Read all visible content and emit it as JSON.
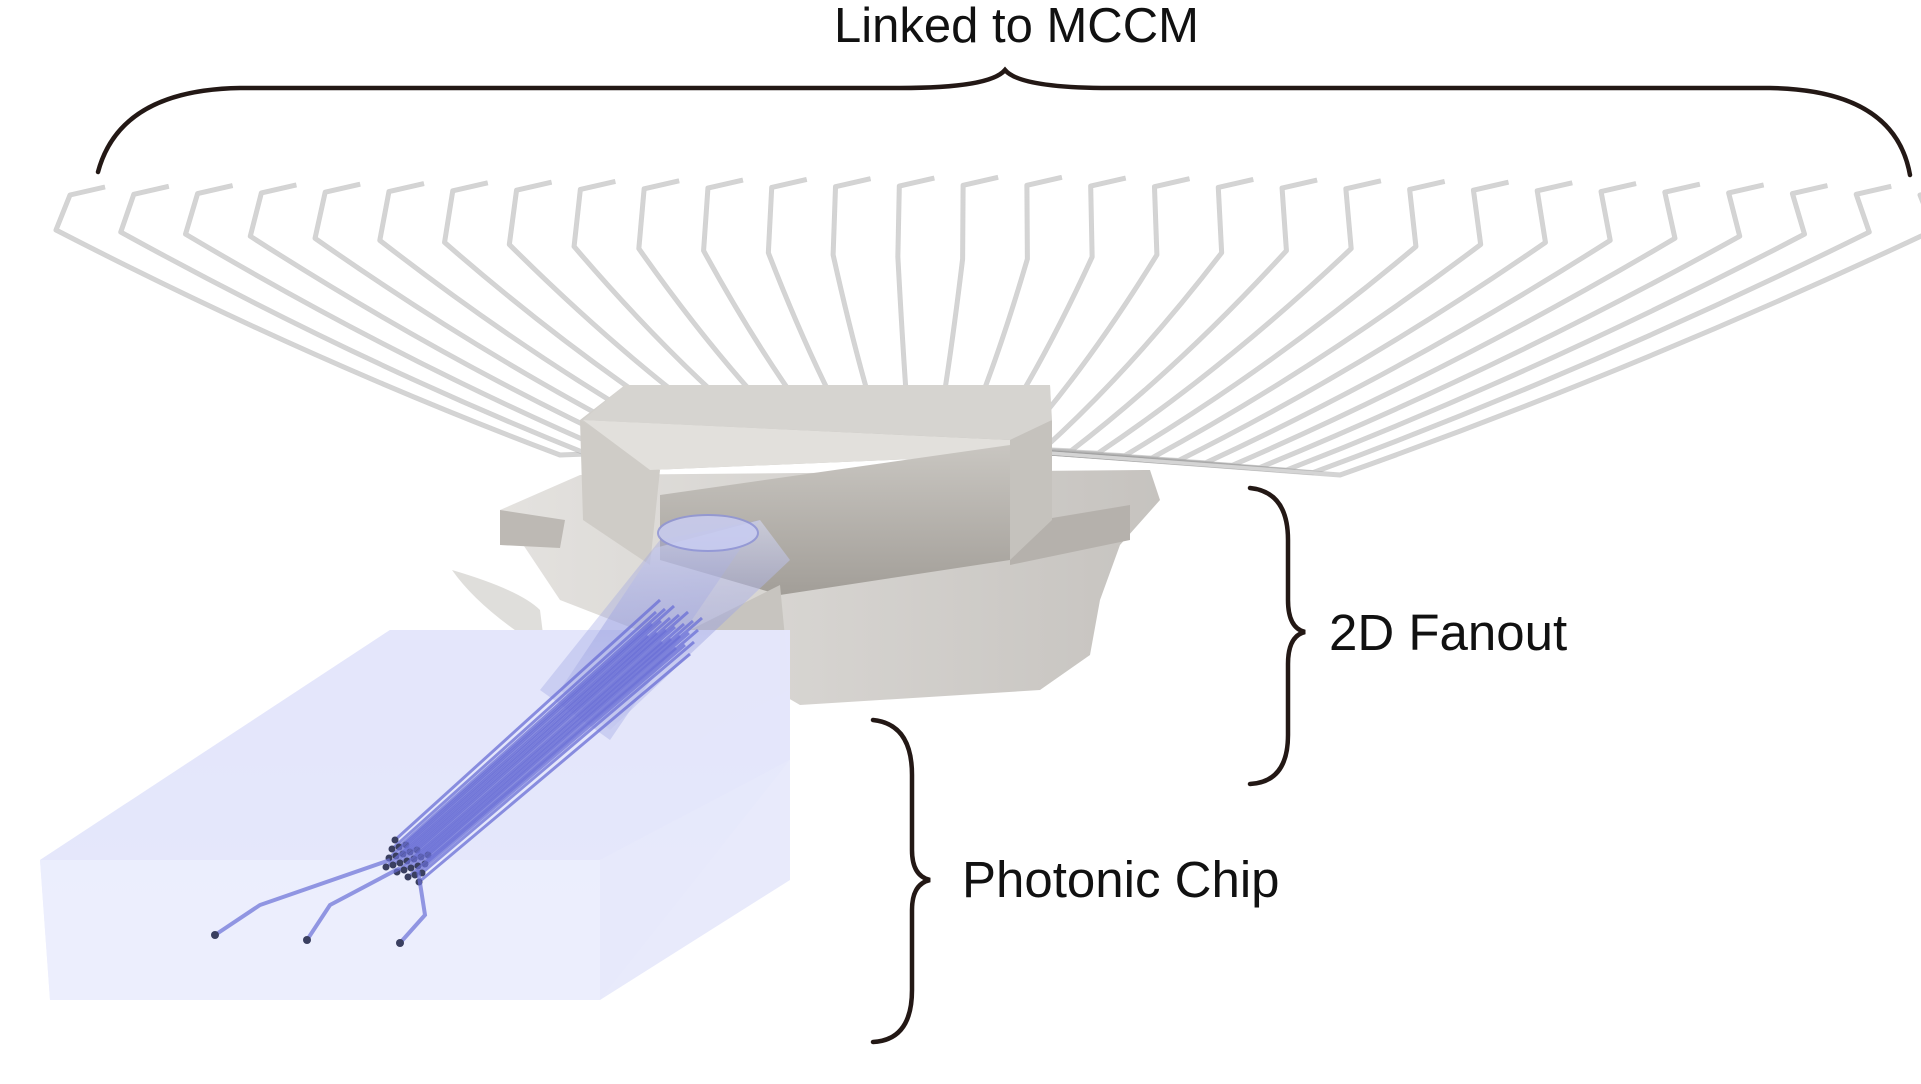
{
  "labels": {
    "linked": "Linked to MCCM",
    "fanout": "2D Fanout",
    "chip": "Photonic Chip"
  },
  "colors": {
    "background": "#ffffff",
    "bracket": "#231815",
    "fiber": "#d4d4d4",
    "fiber_shadow": "#9c9c9c",
    "metal_light": "#d9d7d3",
    "metal_mid": "#b9b6b1",
    "metal_dark": "#8f8b86",
    "chip_face": "#e8e9fb",
    "chip_top": "#eceefc",
    "core": "#6a6fd6",
    "core_tip": "#3a3f60"
  }
}
